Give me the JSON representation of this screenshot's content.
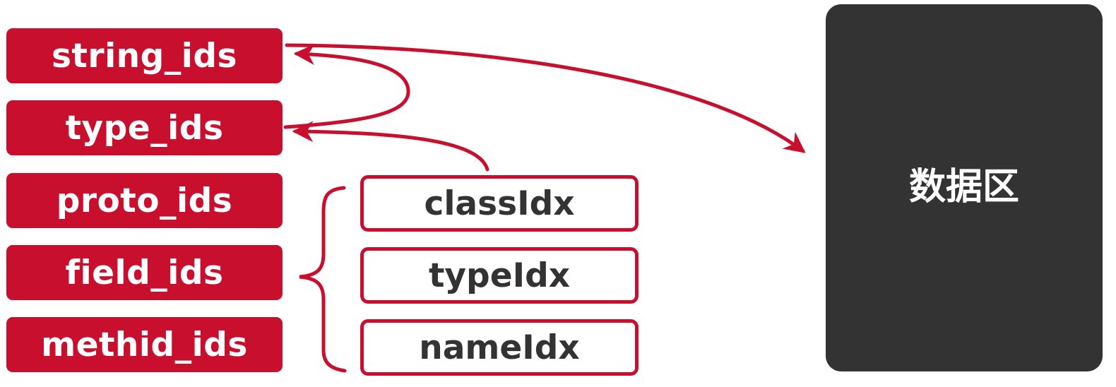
{
  "index_tables": [
    {
      "id": "string",
      "label": "string_ids"
    },
    {
      "id": "type",
      "label": "type_ids"
    },
    {
      "id": "proto",
      "label": "proto_ids"
    },
    {
      "id": "field",
      "label": "field_ids"
    },
    {
      "id": "method",
      "label": "methid_ids"
    }
  ],
  "field_members": [
    {
      "id": "class",
      "label": "classIdx"
    },
    {
      "id": "type",
      "label": "typeIdx"
    },
    {
      "id": "name",
      "label": "nameIdx"
    }
  ],
  "data_area": {
    "label": "数据区"
  },
  "colors": {
    "accent": "#c8102e",
    "data_block": "#333333",
    "text_dark": "#333333"
  }
}
